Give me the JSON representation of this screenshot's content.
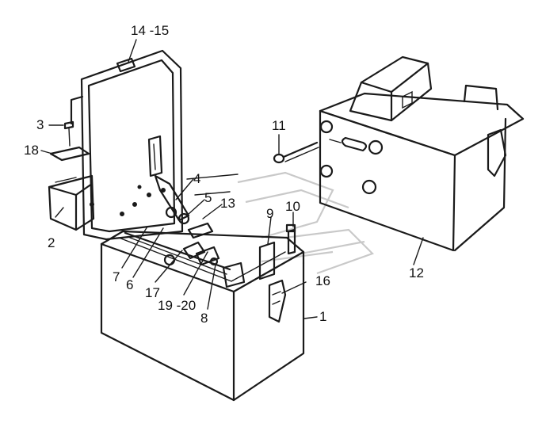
{
  "colors": {
    "ink": "#1a1a1a",
    "background": "#ffffff",
    "watermark": "#c9c9c9"
  },
  "callouts": {
    "p14_15": "14 -15",
    "p3": "3",
    "p18": "18",
    "p2": "2",
    "p4": "4",
    "p5": "5",
    "p13": "13",
    "p11": "11",
    "p9": "9",
    "p10": "10",
    "p7": "7",
    "p6": "6",
    "p17": "17",
    "p19_20": "19 -20",
    "p8": "8",
    "p16": "16",
    "p1": "1",
    "p12": "12"
  }
}
